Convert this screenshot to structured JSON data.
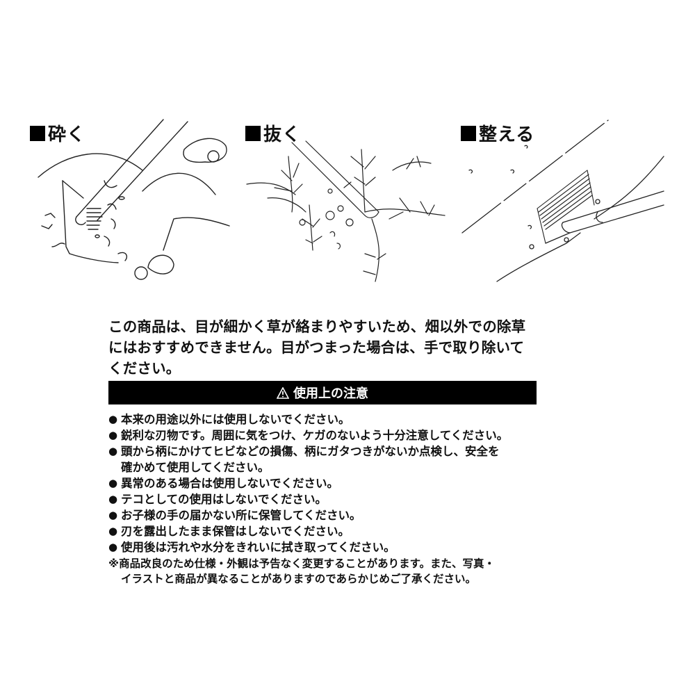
{
  "panels": [
    {
      "title": "砕く",
      "icon": "black-square",
      "illustration": "hoe-breaking-soil"
    },
    {
      "title": "抜く",
      "icon": "black-square",
      "illustration": "pulling-weeds"
    },
    {
      "title": "整える",
      "icon": "black-square",
      "illustration": "rake-leveling-soil"
    }
  ],
  "intro": {
    "lines": [
      "この商品は、目が細かく草が絡まりやすいため、畑以外での除草",
      "にはおすすめできません。目がつまった場合は、手で取り除いて",
      "ください。"
    ]
  },
  "caution": {
    "icon": "warning-triangle",
    "title": "使用上の注意",
    "bar_color": "#000000",
    "text_color": "#ffffff"
  },
  "notes": {
    "bullet": "●",
    "items": [
      {
        "text": "本来の用途以外には使用しないでください。"
      },
      {
        "text": "鋭利な刃物です。周囲に気をつけ、ケガのないよう十分注意してください。"
      },
      {
        "text": "頭から柄にかけてヒビなどの損傷、柄にガタつきがないか点検し、安全を",
        "cont": "確かめて使用してください。"
      },
      {
        "text": "異常のある場合は使用しないでください。"
      },
      {
        "text": "テコとしての使用はしないでください。"
      },
      {
        "text": "お子様の手の届かない所に保管してください。"
      },
      {
        "text": "刃を露出したまま保管はしないでください。"
      },
      {
        "text": "使用後は汚れや水分をきれいに拭き取ってください。"
      }
    ]
  },
  "footnote": {
    "line1": "※商品改良のため仕様・外観は予告なく変更することがあります。また、写真・",
    "line2": "イラストと商品が異なることがありますのであらかじめご了承ください。"
  }
}
